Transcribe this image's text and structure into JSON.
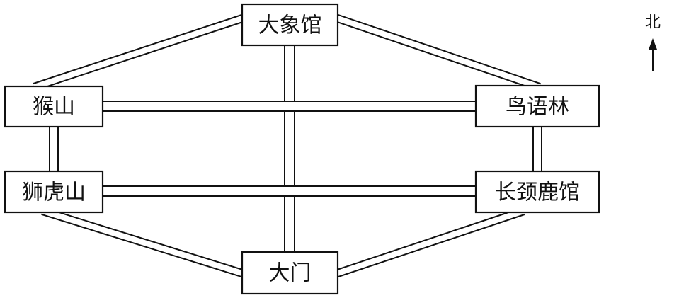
{
  "colors": {
    "ink": "#111111",
    "background": "#ffffff"
  },
  "places": {
    "elephant_hall": "大象馆",
    "monkey_hill": "猴山",
    "bird_forest": "鸟语林",
    "lion_tiger_hill": "狮虎山",
    "giraffe_hall": "长颈鹿馆",
    "main_gate": "大门"
  },
  "compass": {
    "label": "北",
    "icon": "north-arrow-icon"
  }
}
